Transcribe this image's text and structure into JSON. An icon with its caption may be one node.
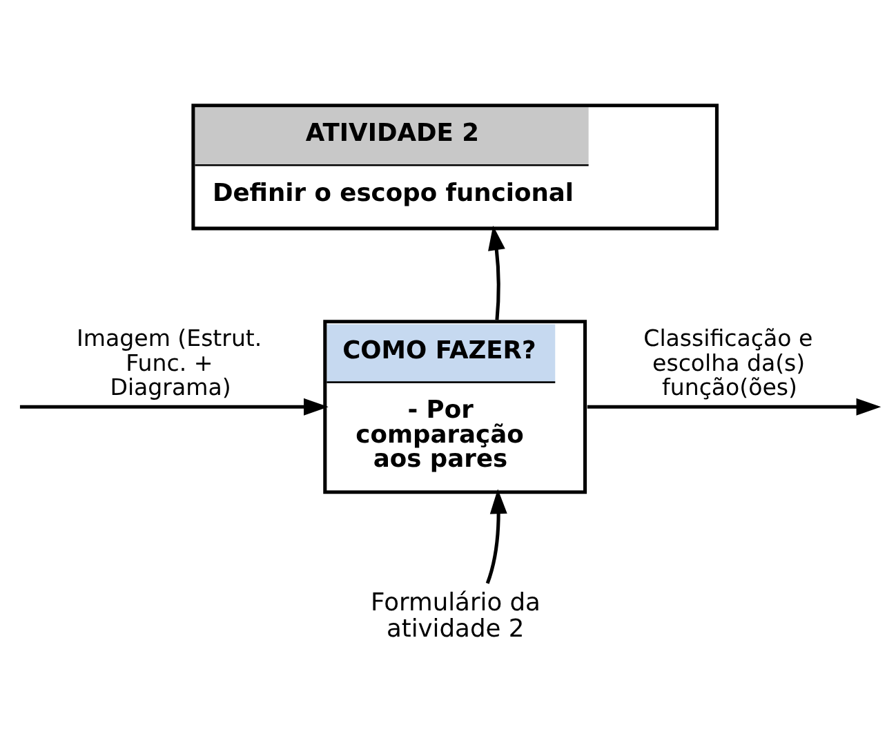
{
  "diagram": {
    "nodes": [
      {
        "text": [
          "ATIVIDADE 2",
          "Definir o escopo funcional"
        ]
      },
      {
        "text": [
          "COMO FAZER?",
          "- Por comparação aos pares"
        ]
      },
      {
        "text": [
          "Formulário da atividade 2"
        ]
      }
    ],
    "edges": [
      {
        "from": null,
        "to": 1,
        "arrow": "to",
        "label": "Imagem (Estrut. Func. + Diagrama)"
      },
      {
        "from": 1,
        "to": null,
        "arrow": "to",
        "label": "Classificação e escolha da(s) função(ões)"
      },
      {
        "from": 1,
        "to": 0,
        "arrow": "to"
      },
      {
        "from": 2,
        "to": 1,
        "arrow": "to"
      }
    ]
  }
}
